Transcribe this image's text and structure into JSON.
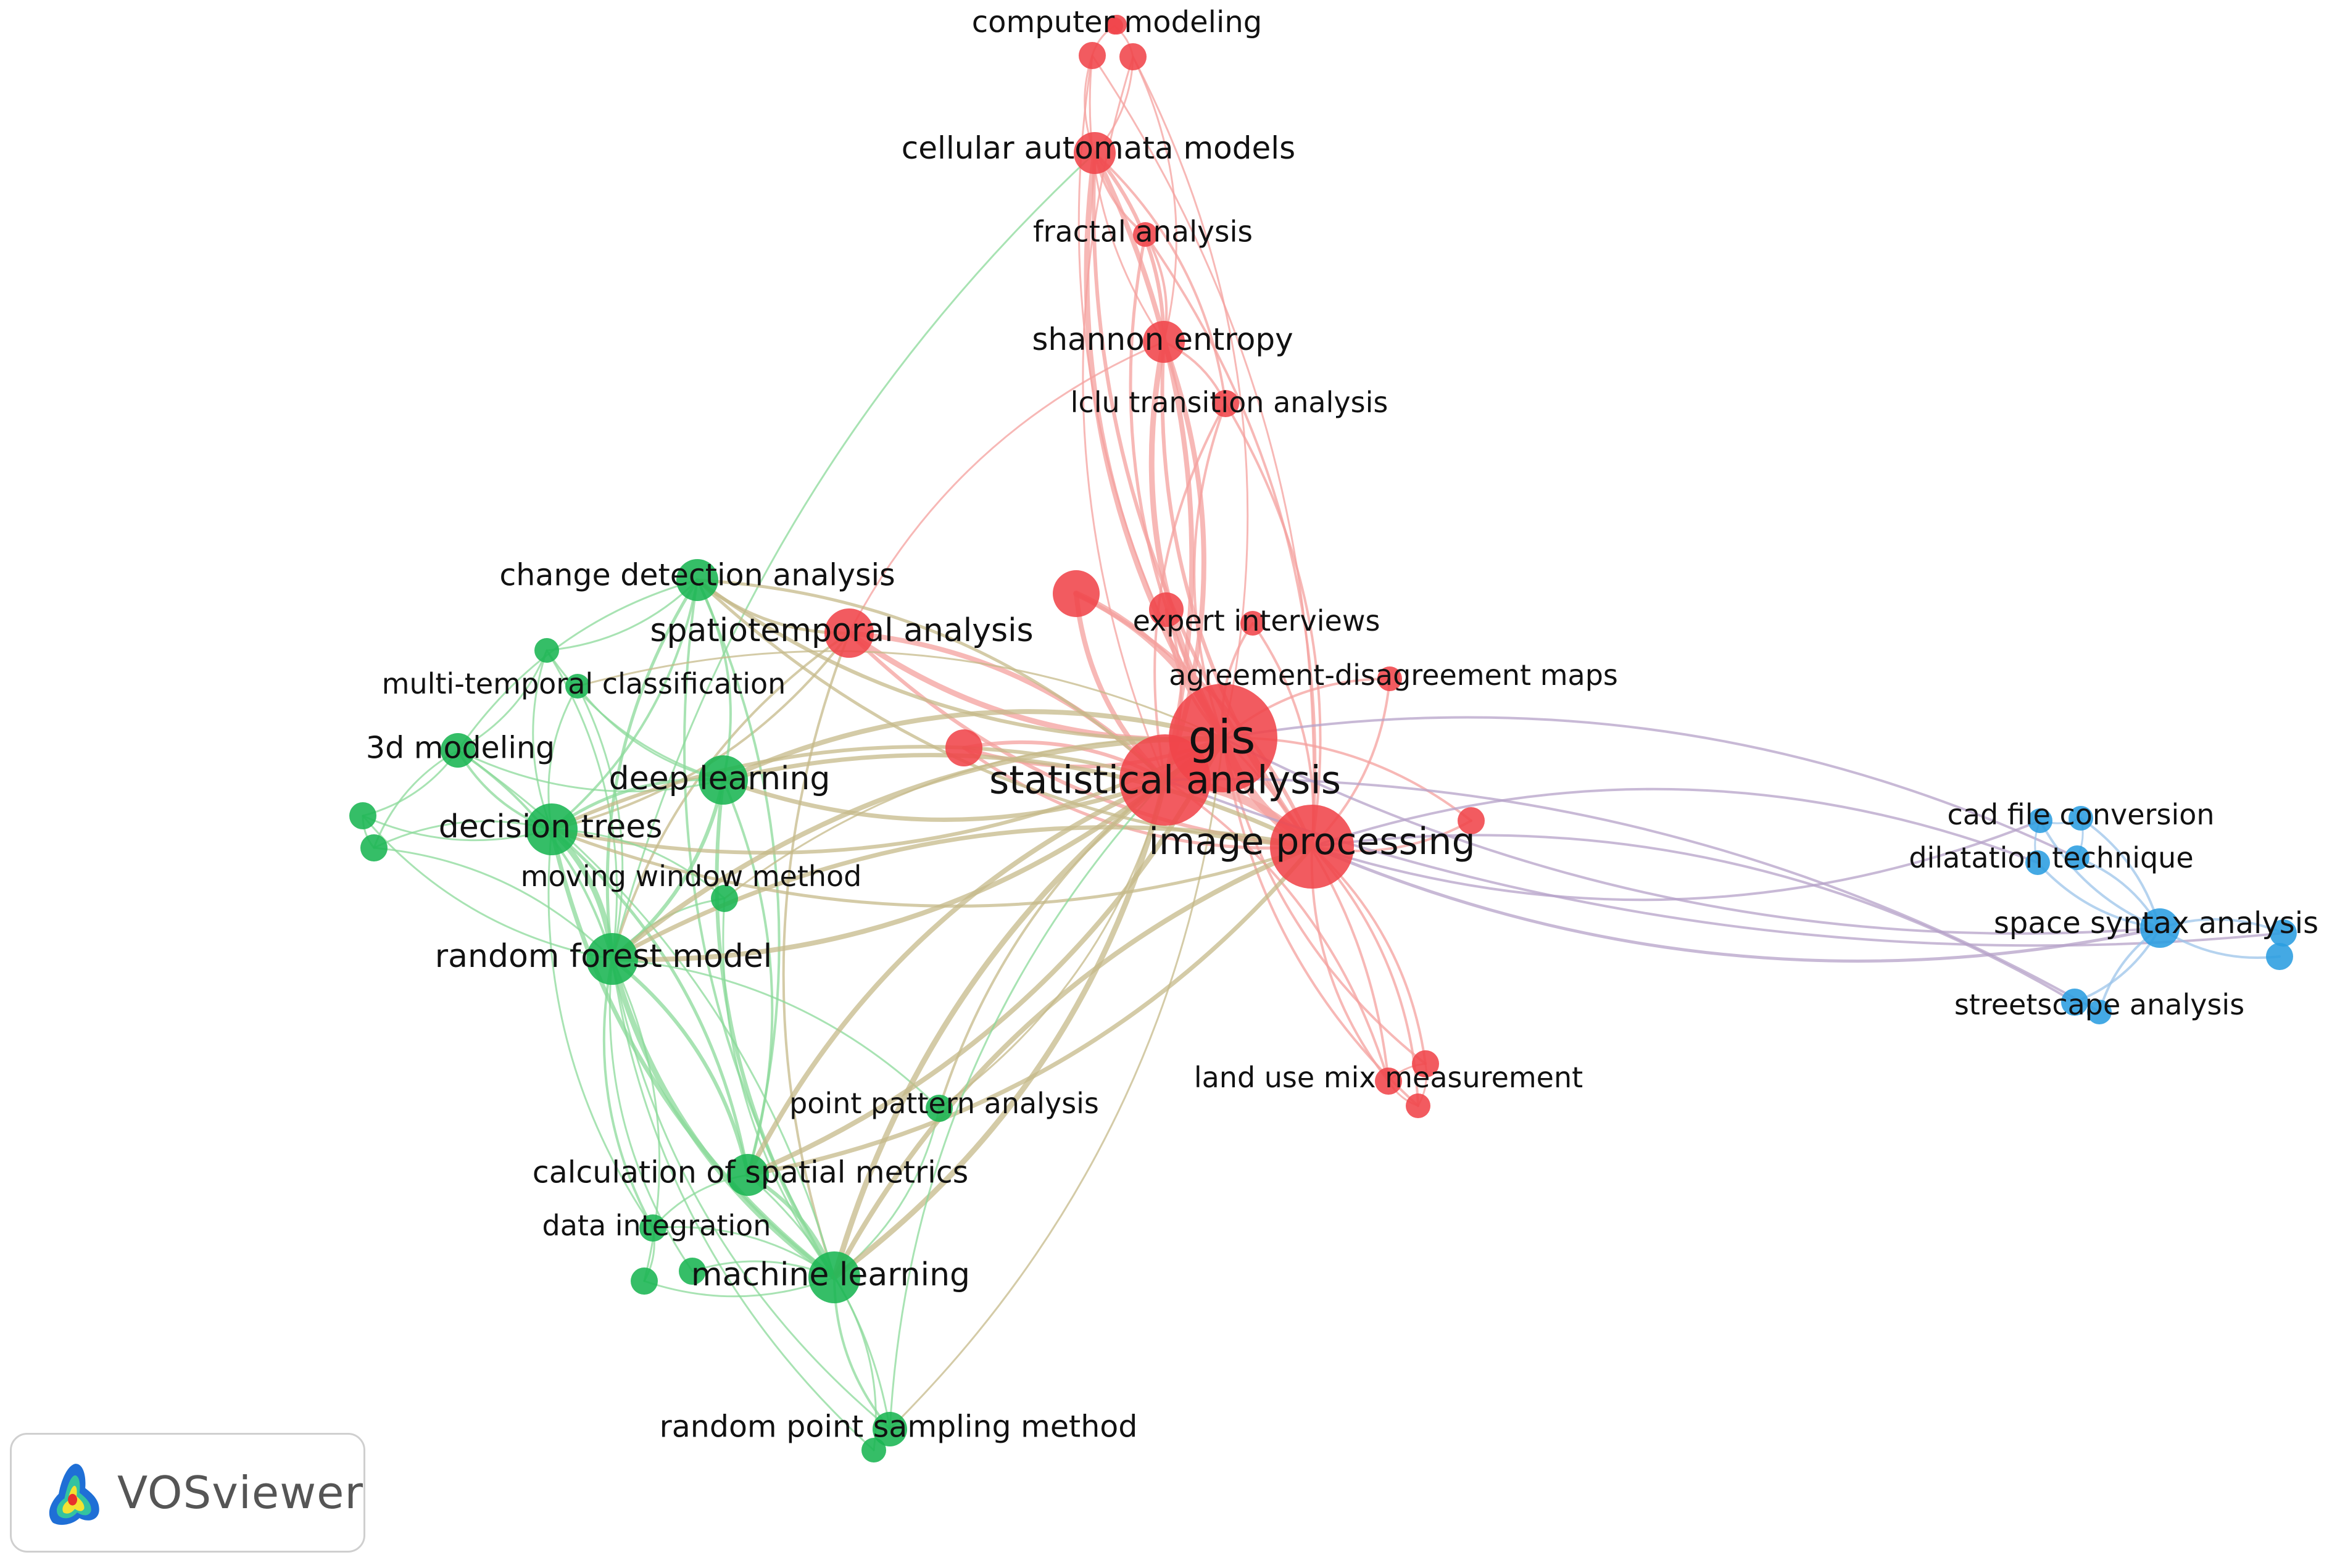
{
  "app": {
    "brand": "VOSviewer"
  },
  "colors": {
    "cluster_red": "#f0444a",
    "cluster_green": "#19b552",
    "cluster_blue": "#2a9de0",
    "edge_red": "#f4a09d",
    "edge_green": "#8bd99a",
    "edge_olive": "#c6b98a",
    "edge_blue": "#9cc4ea",
    "edge_purple": "#b6a2c8"
  },
  "network": {
    "nodes": [
      {
        "id": "computer-modeling",
        "label": "computer modeling",
        "cluster": "red"
      },
      {
        "id": "cm-a",
        "label": "",
        "cluster": "red"
      },
      {
        "id": "cm-b",
        "label": "",
        "cluster": "red"
      },
      {
        "id": "cm-c",
        "label": "",
        "cluster": "red"
      },
      {
        "id": "cellular-automata-models",
        "label": "cellular automata models",
        "cluster": "red"
      },
      {
        "id": "fractal-analysis",
        "label": "fractal analysis",
        "cluster": "red"
      },
      {
        "id": "shannon-entropy",
        "label": "shannon entropy",
        "cluster": "red"
      },
      {
        "id": "lclu-transition-analysis",
        "label": "lclu transition analysis",
        "cluster": "red"
      },
      {
        "id": "red-unlabeled-1",
        "label": "",
        "cluster": "red"
      },
      {
        "id": "expert-interviews",
        "label": "expert interviews",
        "cluster": "red"
      },
      {
        "id": "ei-b",
        "label": "",
        "cluster": "red"
      },
      {
        "id": "agreement-disagreement-maps",
        "label": "agreement-disagreement maps",
        "cluster": "red"
      },
      {
        "id": "spatiotemporal-analysis",
        "label": "spatiotemporal analysis",
        "cluster": "red"
      },
      {
        "id": "red-unlabeled-2",
        "label": "",
        "cluster": "red"
      },
      {
        "id": "gis",
        "label": "gis",
        "cluster": "red"
      },
      {
        "id": "statistical-analysis",
        "label": "statistical analysis",
        "cluster": "red"
      },
      {
        "id": "image-processing",
        "label": "image processing",
        "cluster": "red"
      },
      {
        "id": "red-unlabeled-3",
        "label": "",
        "cluster": "red"
      },
      {
        "id": "land-use-mix-measurement",
        "label": "land use mix measurement",
        "cluster": "red"
      },
      {
        "id": "lumm-a",
        "label": "",
        "cluster": "red"
      },
      {
        "id": "lumm-b",
        "label": "",
        "cluster": "red"
      },
      {
        "id": "change-detection-analysis",
        "label": "change detection analysis",
        "cluster": "green"
      },
      {
        "id": "green-unlabeled-1",
        "label": "",
        "cluster": "green"
      },
      {
        "id": "multi-temporal-classification",
        "label": "multi-temporal classification",
        "cluster": "green"
      },
      {
        "id": "3d-modeling",
        "label": "3d modeling",
        "cluster": "green"
      },
      {
        "id": "deep-learning",
        "label": "deep learning",
        "cluster": "green"
      },
      {
        "id": "decision-trees",
        "label": "decision trees",
        "cluster": "green"
      },
      {
        "id": "green-unlabeled-2",
        "label": "",
        "cluster": "green"
      },
      {
        "id": "green-unlabeled-3",
        "label": "",
        "cluster": "green"
      },
      {
        "id": "moving-window-method",
        "label": "moving window method",
        "cluster": "green"
      },
      {
        "id": "random-forest-model",
        "label": "random forest model",
        "cluster": "green"
      },
      {
        "id": "point-pattern-analysis",
        "label": "point pattern analysis",
        "cluster": "green"
      },
      {
        "id": "calculation-of-spatial-metrics",
        "label": "calculation of spatial metrics",
        "cluster": "green"
      },
      {
        "id": "data-integration",
        "label": "data integration",
        "cluster": "green"
      },
      {
        "id": "green-unlabeled-4",
        "label": "",
        "cluster": "green"
      },
      {
        "id": "green-unlabeled-5",
        "label": "",
        "cluster": "green"
      },
      {
        "id": "machine-learning",
        "label": "machine learning",
        "cluster": "green"
      },
      {
        "id": "random-point-sampling-method",
        "label": "random point sampling method",
        "cluster": "green"
      },
      {
        "id": "green-unlabeled-6",
        "label": "",
        "cluster": "green"
      },
      {
        "id": "cad-file-conversion",
        "label": "cad file conversion",
        "cluster": "blue"
      },
      {
        "id": "cfc-b",
        "label": "",
        "cluster": "blue"
      },
      {
        "id": "dilatation-technique",
        "label": "dilatation technique",
        "cluster": "blue"
      },
      {
        "id": "dt-b",
        "label": "",
        "cluster": "blue"
      },
      {
        "id": "space-syntax-analysis",
        "label": "space syntax analysis",
        "cluster": "blue"
      },
      {
        "id": "blue-unlabeled-1",
        "label": "",
        "cluster": "blue"
      },
      {
        "id": "blue-unlabeled-2",
        "label": "",
        "cluster": "blue"
      },
      {
        "id": "streetscape-analysis",
        "label": "streetscape analysis",
        "cluster": "blue"
      },
      {
        "id": "sa-b",
        "label": "",
        "cluster": "blue"
      }
    ]
  }
}
